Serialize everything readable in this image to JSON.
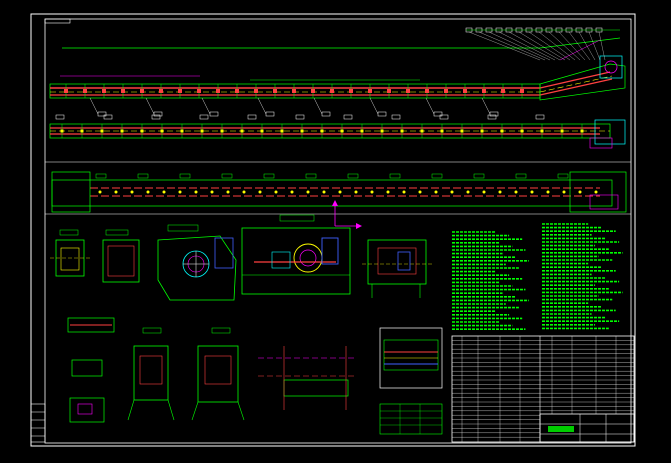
{
  "drawing": {
    "background": "#000000",
    "frame_color": "#ffffff",
    "colors": {
      "outline": "#00ff00",
      "belt": "#ff4040",
      "centerline": "#ffff00",
      "hidden": "#ff00ff",
      "cyan": "#00ffff",
      "blue": "#4060ff",
      "text": "#00ff00",
      "white": "#ffffff"
    },
    "views": [
      "conveyor-elevation-view",
      "conveyor-plan-view",
      "conveyor-side-view",
      "section-views",
      "drive-head-views",
      "detail-views",
      "technical-notes",
      "parts-list-table",
      "title-block"
    ]
  }
}
